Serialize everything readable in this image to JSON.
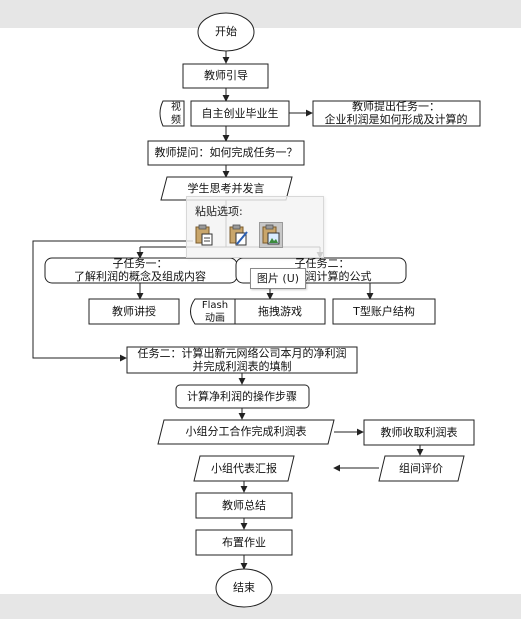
{
  "nodes": {
    "start": "开始",
    "teacher_guide": "教师引导",
    "video_tag_line1": "视",
    "video_tag_line2": "频",
    "self_employed_grad": "自主创业毕业生",
    "task1_prompt_line1": "教师提出任务一：",
    "task1_prompt_line2": "企业利润是如何形成及计算的",
    "teacher_question": "教师提问：如何完成任务一？",
    "students_think": "学生思考并发言",
    "subtask1_line1": "子任务一：",
    "subtask1_line2": "了解利润的概念及组成内容",
    "subtask2_line1": "子任务二：",
    "subtask2_line2": "掌握利润计算的公式",
    "teacher_lecture": "教师讲授",
    "flash_tag_line1": "Flash",
    "flash_tag_line2": "动画",
    "drag_game": "拖拽游戏",
    "t_account": "T型账户结构",
    "task2_line1": "任务二：计算出新元网络公司本月的净利润",
    "task2_line2": "并完成利润表的填制",
    "calc_steps": "计算净利润的操作步骤",
    "group_work": "小组分工合作完成利润表",
    "teacher_collect": "教师收取利润表",
    "group_report": "小组代表汇报",
    "peer_review": "组间评价",
    "teacher_summary": "教师总结",
    "assign_homework": "布置作业",
    "end": "结束"
  },
  "popup": {
    "title": "粘贴选项:",
    "buttons": [
      "keep-source-formatting-icon",
      "keep-text-only-icon",
      "paste-as-picture-icon"
    ],
    "tooltip": "图片 (U)"
  },
  "colors": {
    "stroke": "#222222",
    "band": "#e6e6e6",
    "popup_bg": "#f3f3f3",
    "selected_bg": "#c8c8c8"
  }
}
